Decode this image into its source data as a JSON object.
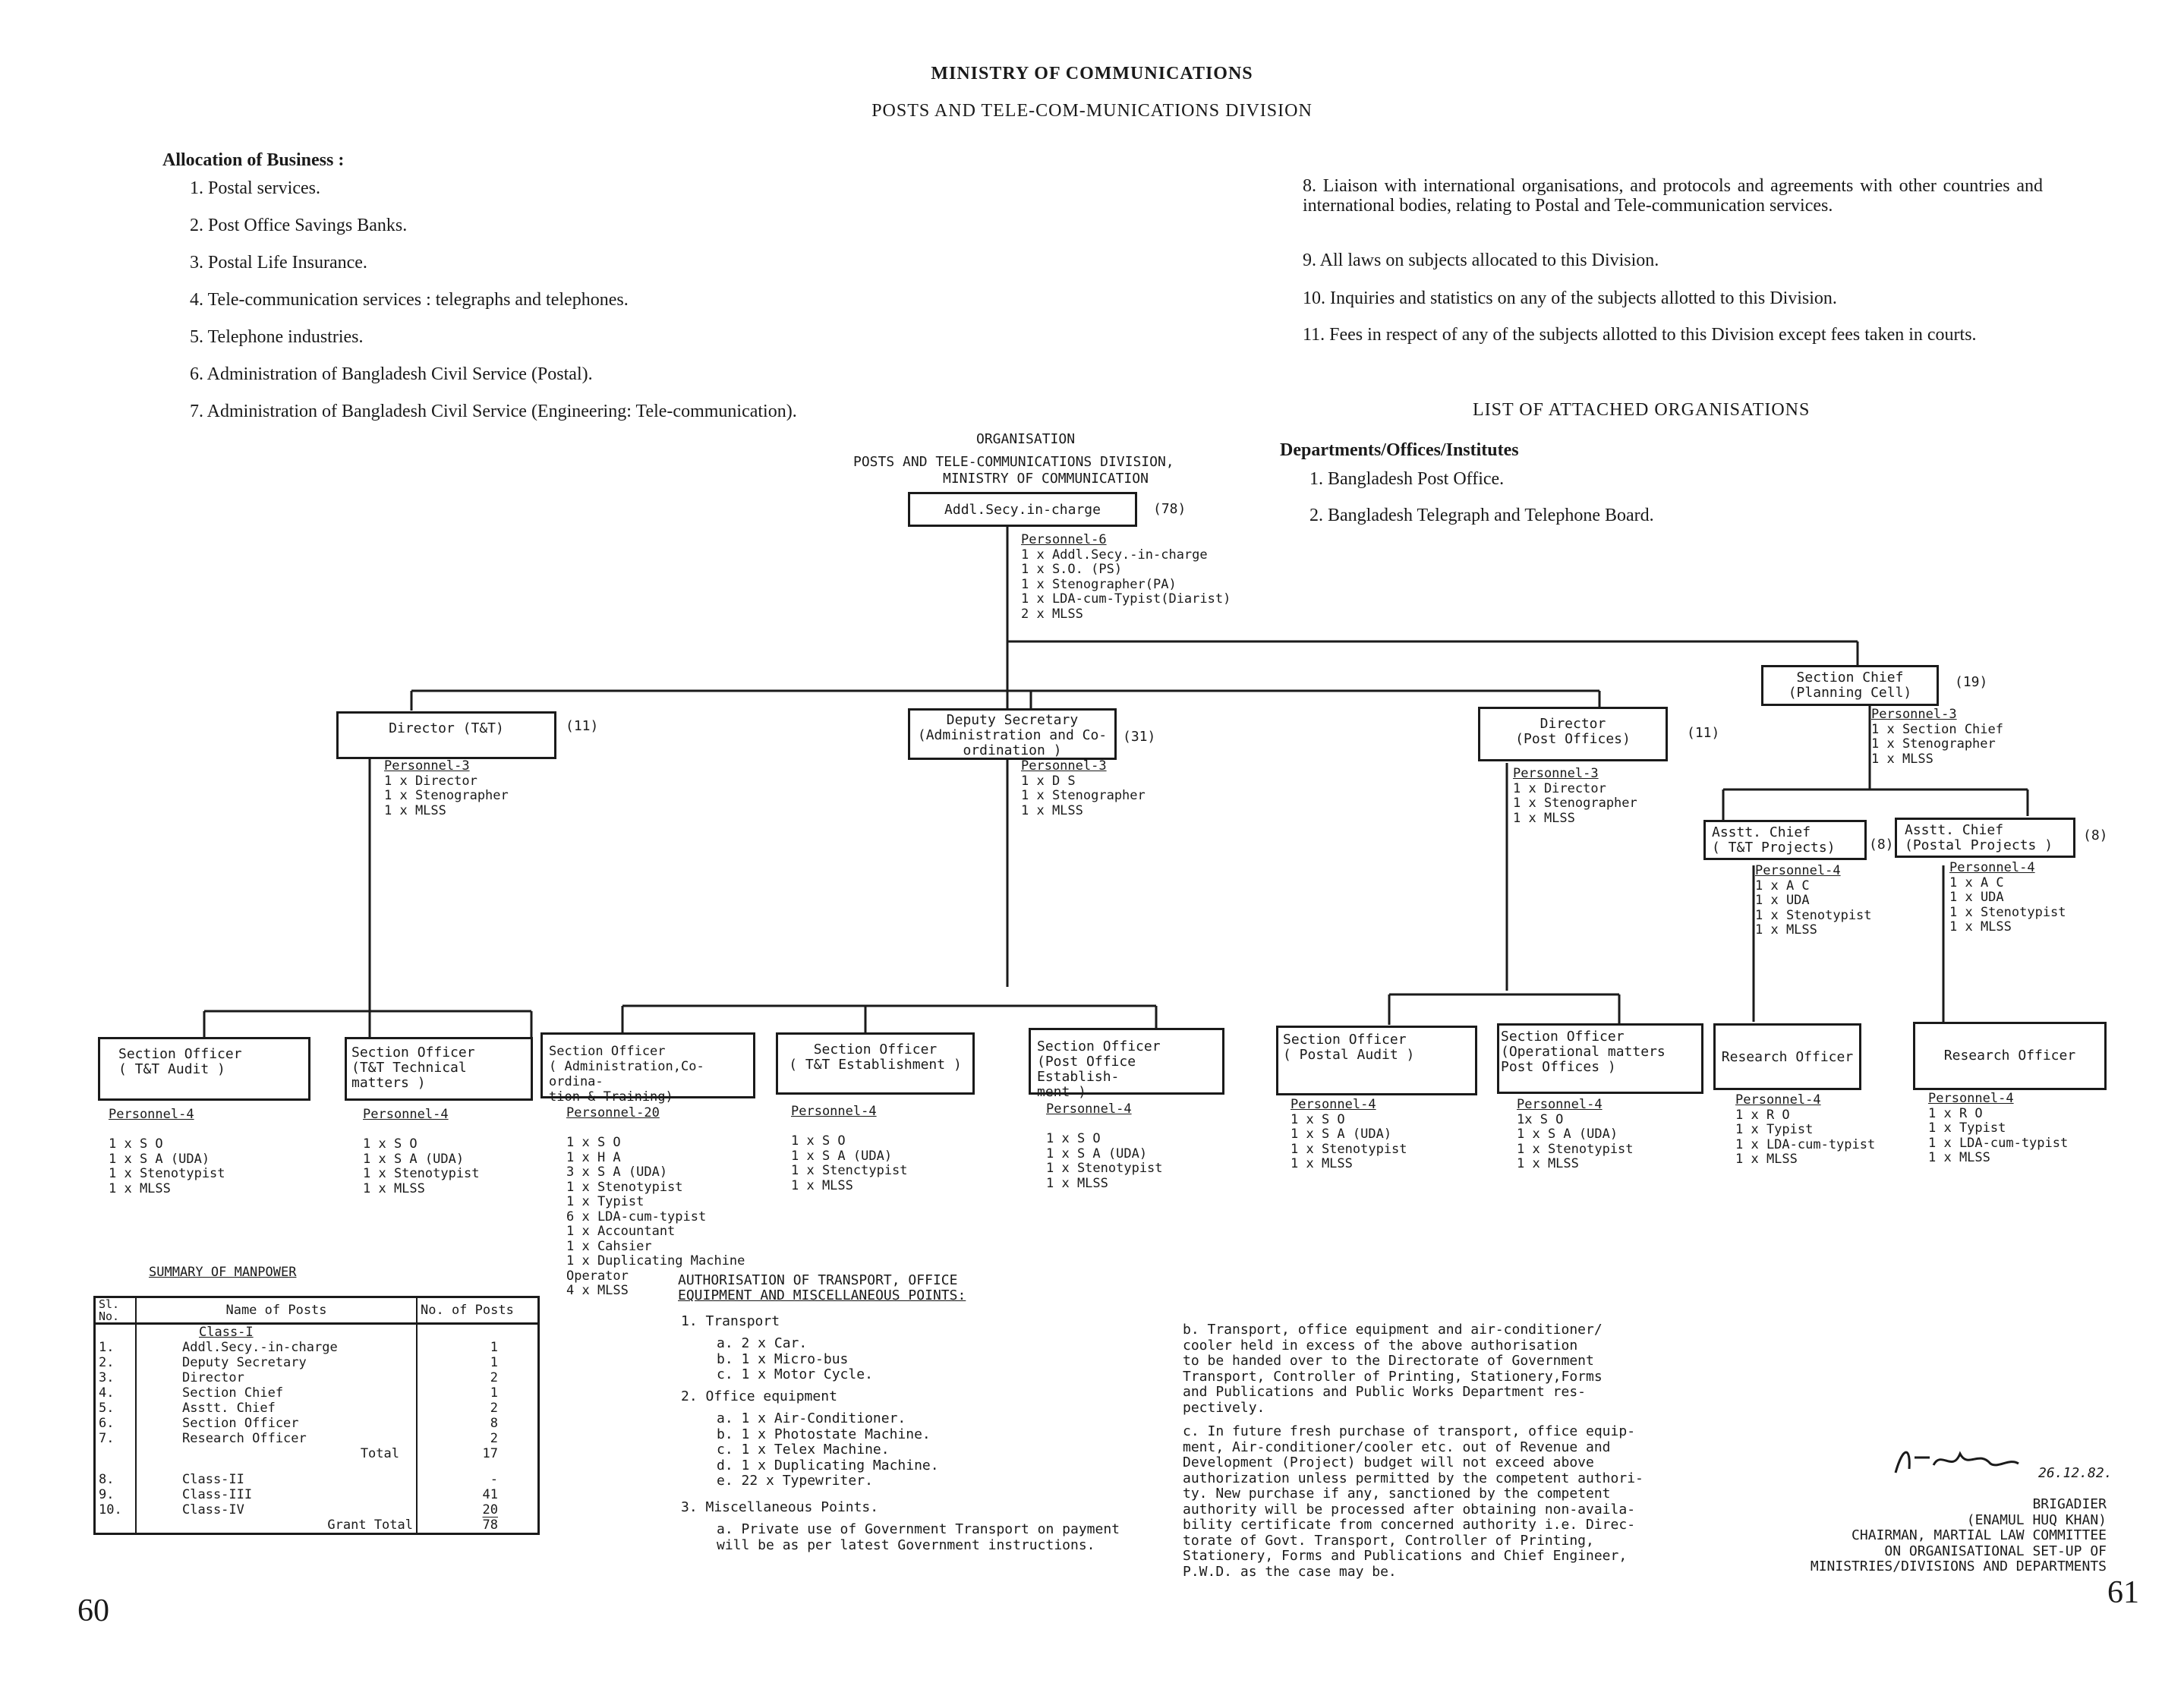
{
  "heading": {
    "ministry": "MINISTRY OF COMMUNICATIONS",
    "division": "POSTS AND TELE-COM-MUNICATIONS DIVISION"
  },
  "allocation": {
    "title": "Allocation of Business :",
    "left_items": [
      "1.  Postal services.",
      "2.  Post Office Savings Banks.",
      "3.  Postal Life Insurance.",
      "4.  Tele-communication services : telegraphs and telephones.",
      "5.  Telephone industries.",
      "6.  Administration of Bangladesh Civil Service (Postal).",
      "7.  Administration of Bangladesh Civil Service (Engineering: Tele-communication)."
    ],
    "item8": "8. Liaison with international organisations, and protocols and agreements with other countries and international bodies, relating to Postal and Tele-communication services.",
    "item9": "9.  All laws on subjects allocated to this Division.",
    "item10": "10.  Inquiries and statistics on any of the subjects allotted to this Division.",
    "item11": "11.  Fees in respect of any of the subjects allotted to this Division except fees taken in courts."
  },
  "attached": {
    "title": "LIST OF ATTACHED ORGANISATIONS",
    "subtitle": "Departments/Offices/Institutes",
    "items": [
      "1.  Bangladesh Post Office.",
      "2.  Bangladesh Telegraph and Telephone Board."
    ]
  },
  "org": {
    "t1": "ORGANISATION",
    "t2": "POSTS AND TELE-COMMUNICATIONS DIVISION,",
    "t3": "MINISTRY OF COMMUNICATION",
    "top": {
      "label": "Addl.Secy.in-charge",
      "count": "(78)",
      "personnel": [
        "Personnel-6",
        "1 x Addl.Secy.-in-charge",
        "1 x S.O. (PS)",
        "1 x Stenographer(PA)",
        "1 x LDA-cum-Typist(Diarist)",
        "2 x MLSS"
      ]
    },
    "dir_tt": {
      "label": "Director (T&T)",
      "count": "(11)",
      "personnel": [
        "Personnel-3",
        "1 x Director",
        "1 x Stenographer",
        "1 x MLSS"
      ]
    },
    "dep_sec": {
      "label": "Deputy Secretary\n(Administration and Co-\nordination )",
      "count": "(31)",
      "personnel": [
        "Personnel-3",
        "1 x D S",
        "1 x Stenographer",
        "1 x MLSS"
      ]
    },
    "dir_po": {
      "label": "Director\n(Post Offices)",
      "count": "(11)",
      "personnel": [
        "Personnel-3",
        "1 x Director",
        "1 x Stenographer",
        "1 x MLSS"
      ]
    },
    "sec_chief": {
      "label": "Section Chief\n(Planning Cell)",
      "count": "(19)",
      "personnel": [
        "Personnel-3",
        "1 x Section Chief",
        "1 x Stenographer",
        "1 x MLSS"
      ]
    },
    "ac_tt": {
      "label": "Asstt. Chief\n( T&T Projects)",
      "count": "(8)",
      "personnel": [
        "Personnel-4",
        "1 x A C",
        "1 x UDA",
        "1 x Stenotypist",
        "1 x MLSS"
      ]
    },
    "ac_postal": {
      "label": "Asstt. Chief\n(Postal Projects )",
      "count": "(8)",
      "personnel": [
        "Personnel-4",
        "1 x A C",
        "1 x UDA",
        "1 x Stenotypist",
        "1 x MLSS"
      ]
    },
    "so_audit": {
      "label": "Section Officer\n( T&T Audit )",
      "personnel": [
        "Personnel-4",
        "",
        "1 x S O",
        "1 x S A (UDA)",
        "1 x Stenotypist",
        "1 x MLSS"
      ]
    },
    "so_tech": {
      "label": "Section Officer\n(T&T Technical\nmatters )",
      "personnel": [
        "Personnel-4",
        "",
        "1 x S O",
        "1 x S A (UDA)",
        "1 x Stenotypist",
        "1 x MLSS"
      ]
    },
    "so_admin": {
      "label": "Section Officer\n( Administration,Co-ordina-\ntion & Training)",
      "personnel": [
        "Personnel-20",
        "",
        "1 x S O",
        "1 x H A",
        "3 x S A (UDA)",
        "1 x Stenotypist",
        "1 x Typist",
        "6 x LDA-cum-typist",
        "1 x Accountant",
        "1 x Cahsier",
        "1 x Duplicating Machine",
        "     Operator",
        "4 x MLSS"
      ]
    },
    "so_estab": {
      "label": "Section Officer\n( T&T Establishment )",
      "personnel": [
        "Personnel-4",
        "",
        "1 x S O",
        "1 x S A (UDA)",
        "1 x Stenctypist",
        "1 x MLSS"
      ]
    },
    "so_poest": {
      "label": "Section Officer\n(Post Office Establish-\nment )",
      "personnel": [
        "Personnel-4",
        "",
        "1 x S O",
        "1 x S A (UDA)",
        "1 x Stenotypist",
        "1 x MLSS"
      ]
    },
    "so_paudit": {
      "label": "Section Officer\n( Postal Audit )",
      "personnel": [
        "Personnel-4",
        "1 x S O",
        "1 x S A (UDA)",
        "1 x Stenotypist",
        "1 x MLSS"
      ]
    },
    "so_oper": {
      "label": "Section Officer\n(Operational matters\nPost Offices )",
      "personnel": [
        "Personnel-4",
        "1x S O",
        "1 x S A (UDA)",
        "1 x Stenotypist",
        "1 x MLSS"
      ]
    },
    "ro1": {
      "label": "Research Officer",
      "personnel": [
        "Personnel-4",
        "1 x R O",
        "1 x Typist",
        "1 x LDA-cum-typist",
        "1 x MLSS"
      ]
    },
    "ro2": {
      "label": "Research Officer",
      "personnel": [
        "Personnel-4",
        "1 x R O",
        "1 x Typist",
        "1 x LDA-cum-typist",
        "1 x MLSS"
      ]
    }
  },
  "summary": {
    "title": "SUMMARY OF MANPOWER",
    "col1": "Sl.\nNo.",
    "col2": "Name of Posts",
    "col3": "No. of Posts",
    "class1": "Class-I",
    "rows": [
      {
        "no": "1.",
        "name": "Addl.Secy.-in-charge",
        "n": "1"
      },
      {
        "no": "2.",
        "name": "Deputy Secretary",
        "n": "1"
      },
      {
        "no": "3.",
        "name": "Director",
        "n": "2"
      },
      {
        "no": "4.",
        "name": "Section Chief",
        "n": "1"
      },
      {
        "no": "5.",
        "name": "Asstt. Chief",
        "n": "2"
      },
      {
        "no": "6.",
        "name": "Section Officer",
        "n": "8"
      },
      {
        "no": "7.",
        "name": "Research Officer",
        "n": "2"
      }
    ],
    "total_label": "Total",
    "total": "17",
    "rows2": [
      {
        "no": "8.",
        "name": "Class-II",
        "n": "-"
      },
      {
        "no": "9.",
        "name": "Class-III",
        "n": "41"
      },
      {
        "no": "10.",
        "name": "Class-IV",
        "n": "20"
      }
    ],
    "grand_label": "Grant Total",
    "grand": "78"
  },
  "transport": {
    "title1": "AUTHORISATION OF TRANSPORT, OFFICE",
    "title2": "EQUIPMENT AND MISCELLANEOUS POINTS:",
    "s1": "1.  Transport",
    "s1_items": [
      "a.  2 x Car.",
      "b.  1 x Micro-bus",
      "c.  1 x Motor Cycle."
    ],
    "s2": "2.  Office equipment",
    "s2_items": [
      "a.  1 x Air-Conditioner.",
      "b.  1 x Photostate Machine.",
      "c.  1 x Telex Machine.",
      "d.  1 x Duplicating Machine.",
      "e.  22 x Typewriter."
    ],
    "s3": "3.  Miscellaneous Points.",
    "s3_a": "a.  Private use of Government Transport on payment\n    will be as per latest Government instructions.",
    "b": "b.  Transport, office equipment and air-conditioner/\n    cooler held in excess of the above authorisation\n    to be handed over to the Directorate of Government\n    Transport, Controller of Printing, Stationery,Forms\n    and Publications and Public Works Department res-\n    pectively.",
    "c": "c.  In future fresh purchase of transport, office equip-\n    ment, Air-conditioner/cooler etc. out of Revenue and\n    Development (Project) budget will not exceed above\n    authorization unless permitted by the competent authori-\n    ty. New purchase if any, sanctioned by the competent\n    authority will be processed after obtaining non-availa-\n    bility certificate from concerned authority i.e. Direc-\n    torate of Govt. Transport, Controller of Printing,\n    Stationery, Forms and Publications and Chief Engineer,\n    P.W.D. as the case may be."
  },
  "signature": {
    "date": "26.12.82.",
    "lines": [
      "BRIGADIER",
      "(ENAMUL HUQ KHAN)",
      "CHAIRMAN, MARTIAL LAW COMMITTEE",
      "ON ORGANISATIONAL SET-UP OF",
      "MINISTRIES/DIVISIONS AND DEPARTMENTS"
    ]
  },
  "pages": {
    "left": "60",
    "right": "61"
  }
}
